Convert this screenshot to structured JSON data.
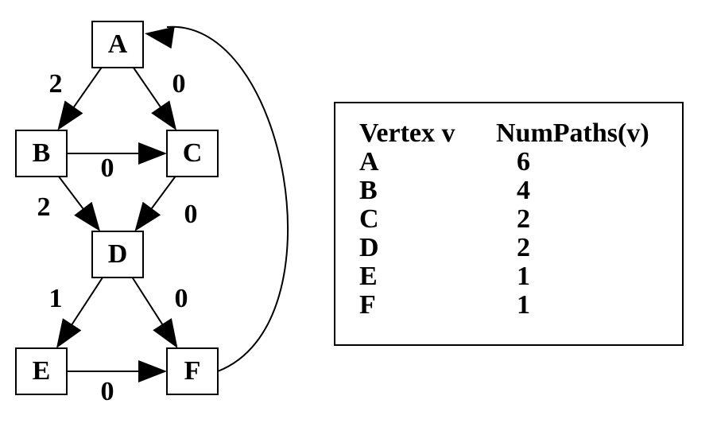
{
  "graph": {
    "nodes": [
      {
        "id": "A",
        "label": "A"
      },
      {
        "id": "B",
        "label": "B"
      },
      {
        "id": "C",
        "label": "C"
      },
      {
        "id": "D",
        "label": "D"
      },
      {
        "id": "E",
        "label": "E"
      },
      {
        "id": "F",
        "label": "F"
      }
    ],
    "edges": [
      {
        "from": "A",
        "to": "B",
        "label": "2"
      },
      {
        "from": "A",
        "to": "C",
        "label": "0"
      },
      {
        "from": "B",
        "to": "C",
        "label": "0"
      },
      {
        "from": "B",
        "to": "D",
        "label": "2"
      },
      {
        "from": "C",
        "to": "D",
        "label": "0"
      },
      {
        "from": "D",
        "to": "E",
        "label": "1"
      },
      {
        "from": "D",
        "to": "F",
        "label": "0"
      },
      {
        "from": "E",
        "to": "F",
        "label": "0"
      },
      {
        "from": "F",
        "to": "A",
        "label": ""
      }
    ]
  },
  "table": {
    "headers": [
      "Vertex v",
      "NumPaths(v)"
    ],
    "rows": [
      [
        "A",
        "6"
      ],
      [
        "B",
        "4"
      ],
      [
        "C",
        "2"
      ],
      [
        "D",
        "2"
      ],
      [
        "E",
        "1"
      ],
      [
        "F",
        "1"
      ]
    ]
  }
}
